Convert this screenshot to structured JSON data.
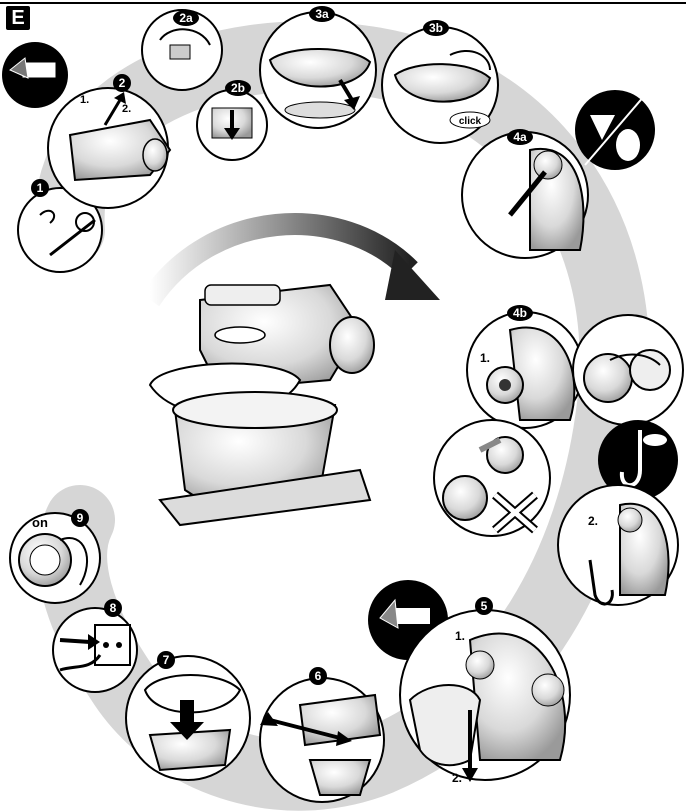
{
  "section": {
    "letter": "E"
  },
  "steps": [
    {
      "id": "1",
      "label": "1"
    },
    {
      "id": "2",
      "label": "2",
      "sub": [
        "1.",
        "2."
      ]
    },
    {
      "id": "2a",
      "label": "2a"
    },
    {
      "id": "2b",
      "label": "2b"
    },
    {
      "id": "3a",
      "label": "3a"
    },
    {
      "id": "3b",
      "label": "3b",
      "note": "click"
    },
    {
      "id": "4a",
      "label": "4a"
    },
    {
      "id": "4b",
      "label": "4b",
      "sub": [
        "1."
      ]
    },
    {
      "id": "4b-2",
      "sub": [
        "2."
      ]
    },
    {
      "id": "5",
      "label": "5",
      "sub": [
        "1.",
        "2."
      ]
    },
    {
      "id": "6",
      "label": "6"
    },
    {
      "id": "7",
      "label": "7"
    },
    {
      "id": "8",
      "label": "8"
    },
    {
      "id": "9",
      "label": "9",
      "note": "on"
    }
  ],
  "colors": {
    "path": "#d0d0d0",
    "ink": "#000000",
    "badge": "#000000",
    "panel": "#ffffff"
  }
}
